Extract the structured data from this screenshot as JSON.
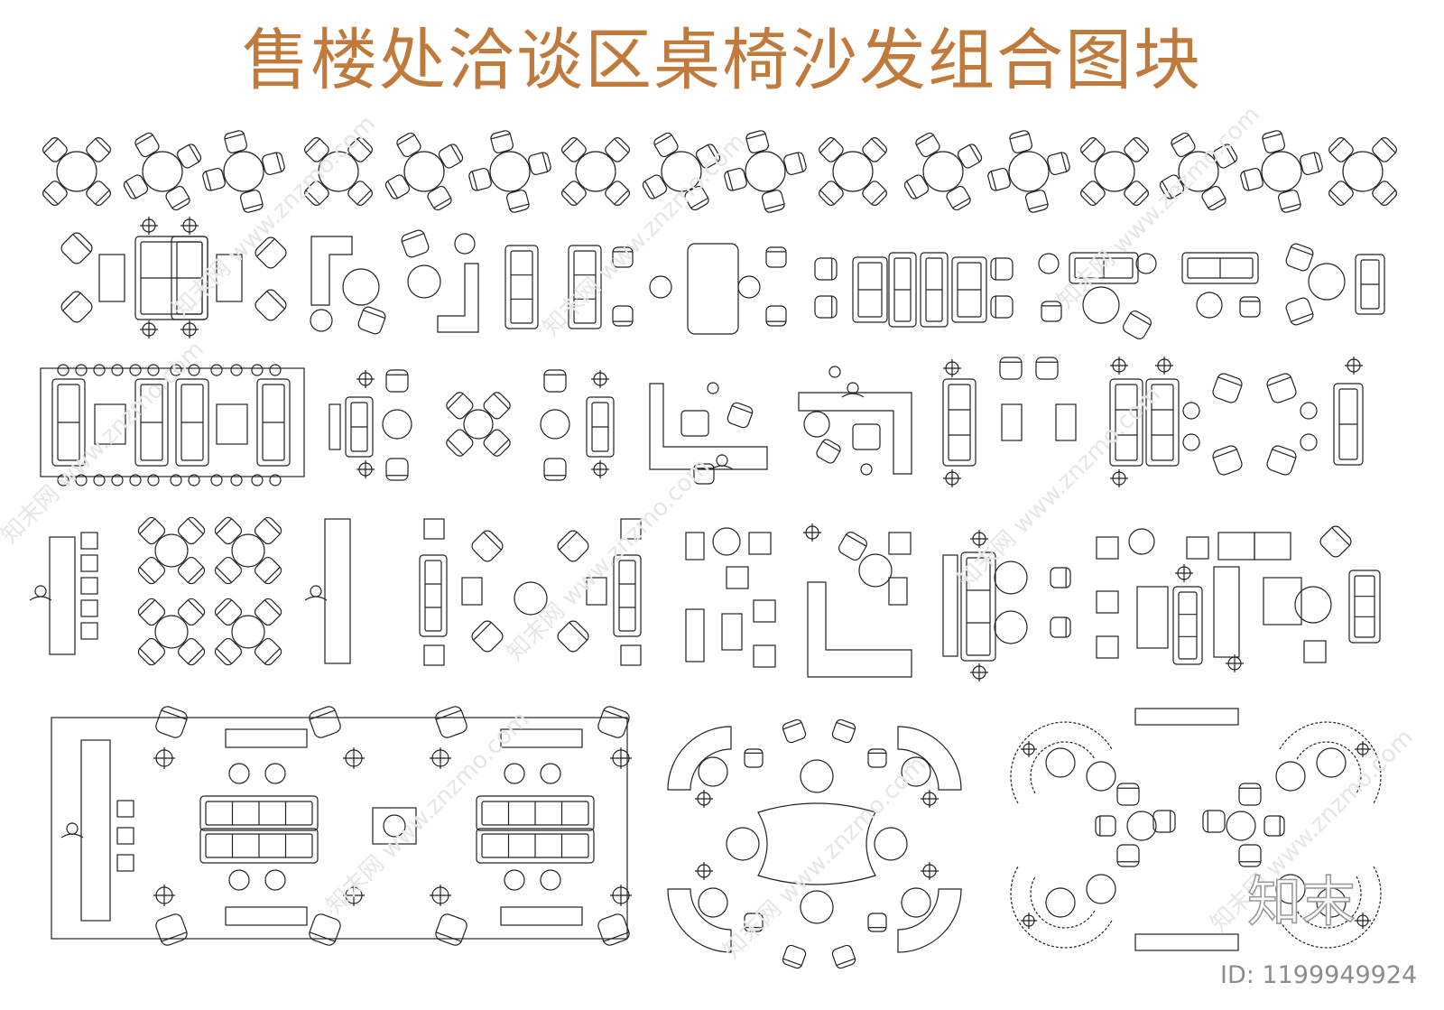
{
  "title": "售楼处洽谈区桌椅沙发组合图块",
  "watermark": "知末网 www.znzmo.com",
  "logo": "知末",
  "image_id": "ID: 1199949924",
  "colors": {
    "title": "#c07a3c",
    "line": "#222222",
    "watermark": "#e6e6e6"
  }
}
